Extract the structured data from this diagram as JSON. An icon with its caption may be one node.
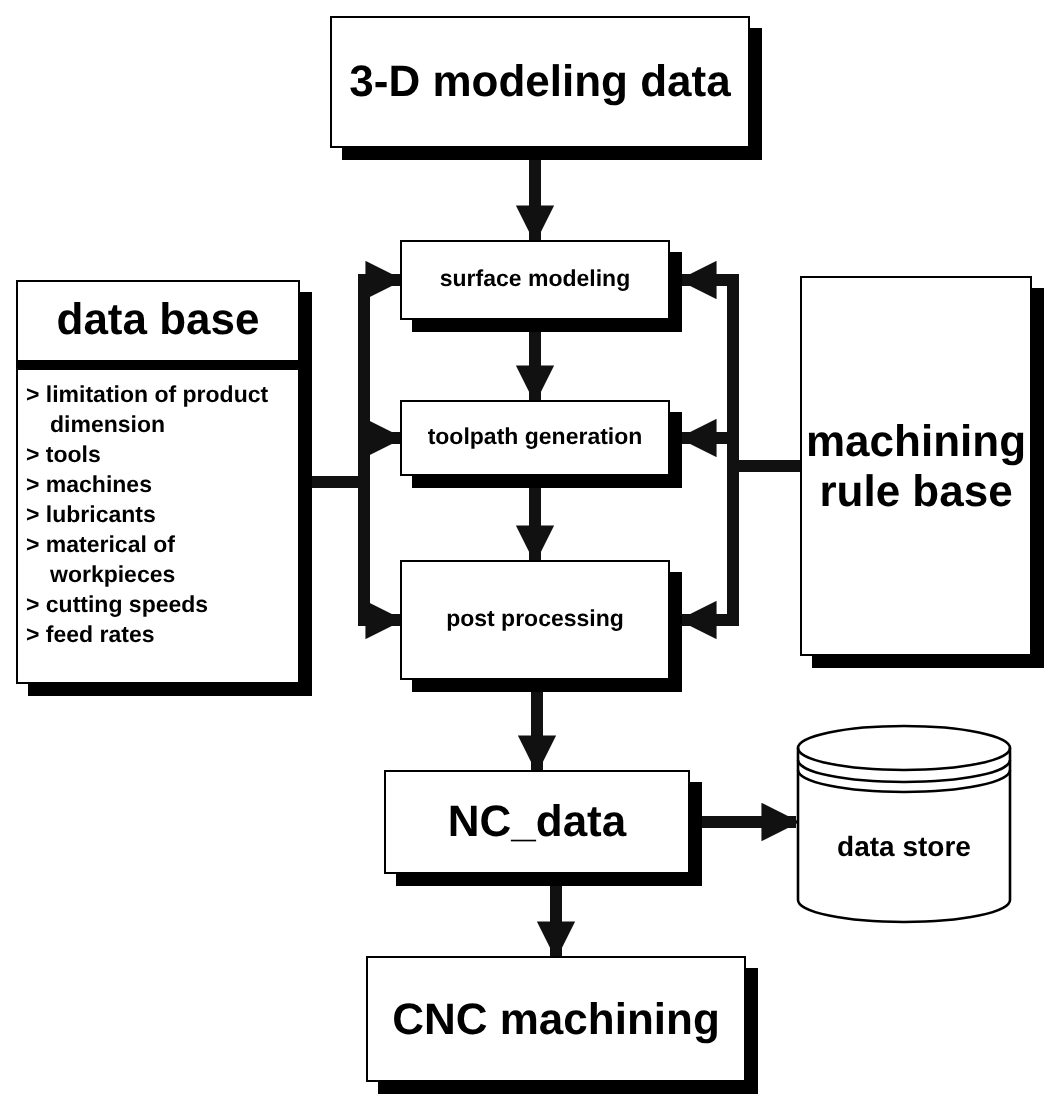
{
  "diagram": {
    "nodes": [
      {
        "text": [
          "3-D modeling data"
        ]
      },
      {
        "text": [
          "data base",
          "> limitation of product dimension",
          "> tools",
          "> machines",
          "> lubricants",
          "> materical of workpieces",
          "> cutting speeds",
          "> feed rates"
        ]
      },
      {
        "text": [
          "surface modeling"
        ]
      },
      {
        "text": [
          "toolpath generation"
        ]
      },
      {
        "text": [
          "post processing"
        ]
      },
      {
        "text": [
          "machining rule base"
        ]
      },
      {
        "text": [
          "NC_data"
        ]
      },
      {
        "text": [
          "data store"
        ]
      },
      {
        "text": [
          "CNC machining"
        ]
      }
    ],
    "edges": [
      {
        "from": 0,
        "to": 2,
        "arrow": "to"
      },
      {
        "from": 2,
        "to": 3,
        "arrow": "to"
      },
      {
        "from": 3,
        "to": 4,
        "arrow": "to"
      },
      {
        "from": 1,
        "to": 2,
        "arrow": "to"
      },
      {
        "from": 1,
        "to": 3,
        "arrow": "to"
      },
      {
        "from": 1,
        "to": 4,
        "arrow": "to"
      },
      {
        "from": 5,
        "to": 2,
        "arrow": "to"
      },
      {
        "from": 5,
        "to": 3,
        "arrow": "to"
      },
      {
        "from": 5,
        "to": 4,
        "arrow": "to"
      },
      {
        "from": 4,
        "to": 6,
        "arrow": "to"
      },
      {
        "from": 6,
        "to": 7,
        "arrow": "to"
      },
      {
        "from": 6,
        "to": 8,
        "arrow": "to"
      }
    ]
  }
}
